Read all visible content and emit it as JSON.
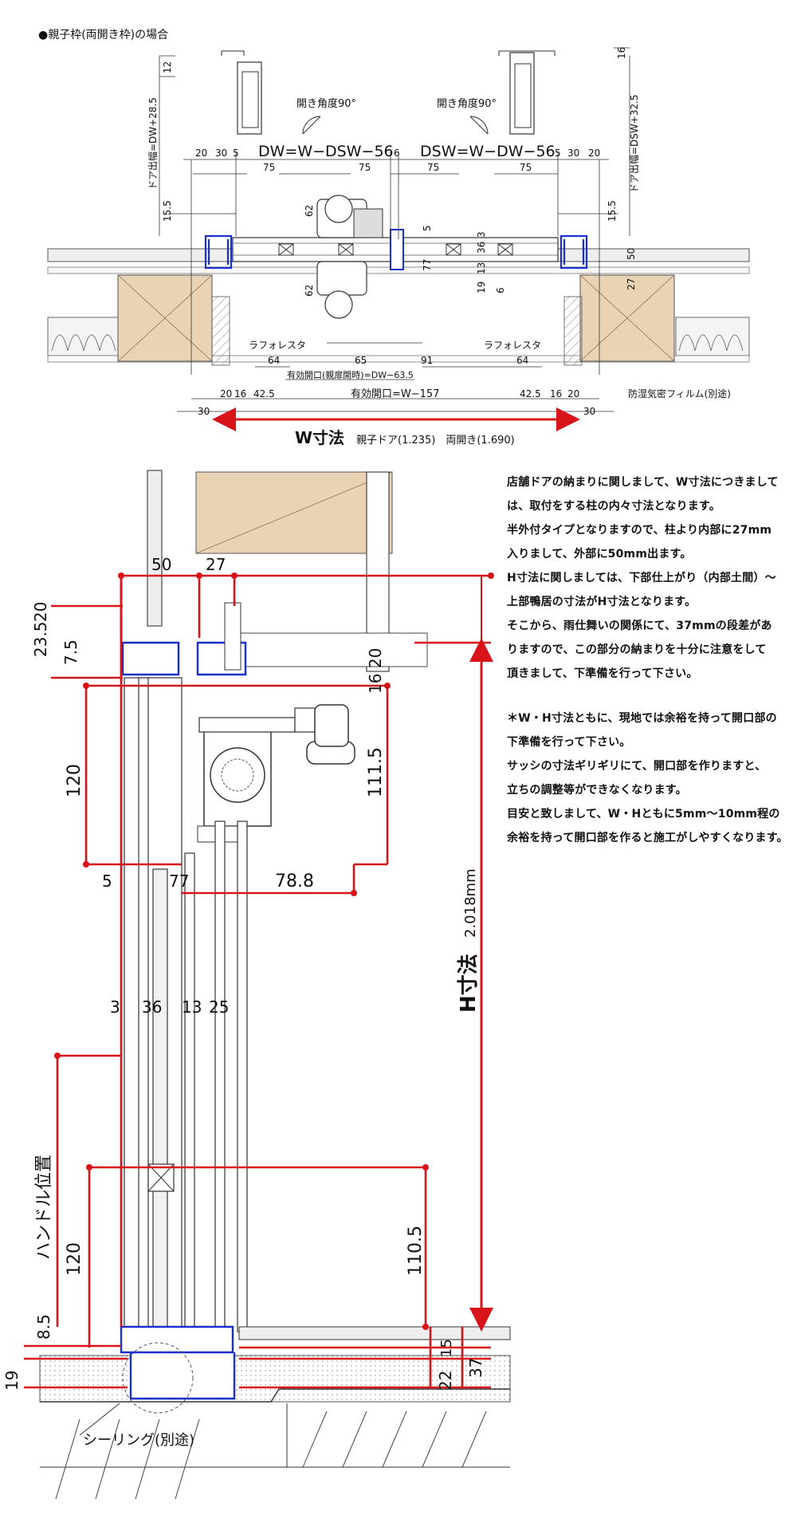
{
  "top": {
    "heading": "●親子枠(両開き枠)の場合",
    "angle_left": "開き角度90°",
    "angle_right": "開き角度90°",
    "dw_formula": "DW=W−DSW−56",
    "dsw_formula": "DSW=W−DW−56",
    "door_width_left": "ドア出幅=DW+28.5",
    "door_width_right": "ドア出幅=DSW+32.5",
    "dims": {
      "d12": "12",
      "d16": "16",
      "d20a": "20",
      "d30a": "30",
      "d5a": "5",
      "d75a": "75",
      "d75b": "75",
      "d6": "6",
      "d75c": "75",
      "d75d": "75",
      "d5b": "5",
      "d30b": "30",
      "d20b": "20",
      "d15_5a": "15.5",
      "d15_5b": "15.5",
      "d62a": "62",
      "d62b": "62",
      "d5c": "5",
      "d3": "3",
      "d36": "36",
      "d13": "13",
      "d19": "19",
      "d6b": "6",
      "d77": "77",
      "d50": "50",
      "d27": "27",
      "d64a": "64",
      "d65": "65",
      "d91": "91",
      "d64b": "64",
      "d20c": "20",
      "d16a": "16",
      "d42_5a": "42.5",
      "d42_5b": "42.5",
      "d16b": "16",
      "d20d": "20",
      "d30c": "30",
      "d30d": "30"
    },
    "laforesta_left": "ラフォレスタ",
    "laforesta_right": "ラフォレスタ",
    "effective_child": "有効開口(親扉開時)=DW−63.5",
    "effective_total": "有効開口=W−157",
    "vapor_film": "防湿気密フィルム(別途)",
    "w_label": "W寸法",
    "w_values": "親子ドア(1.235)　両開き(1.690)"
  },
  "section": {
    "d50": "50",
    "d27": "27",
    "d23_5": "23.5",
    "d20a": "20",
    "d7_5": "7.5",
    "d20b": "20",
    "d16": "16",
    "d120a": "120",
    "d111_5": "111.5",
    "d5": "5",
    "d77": "77",
    "d78_8": "78.8",
    "d3": "3",
    "d36": "36",
    "d13": "13",
    "d25": "25",
    "h_label": "H寸法",
    "h_value": "2.018mm",
    "handle_label": "ハンドル位置",
    "d120b": "120",
    "d110_5": "110.5",
    "d8_5": "8.5",
    "d19": "19",
    "d15": "15",
    "d22": "22",
    "d37": "37",
    "sealing": "シーリング(別途)"
  },
  "notes": {
    "lines": [
      "店舗ドアの納まりに関しまして、W寸法につきまして",
      "は、取付をする柱の内々寸法となります。",
      "半外付タイプとなりますので、柱より内部に27mm",
      "入りまして、外部に50mm出ます。",
      "H寸法に関しましては、下部仕上がり（内部土間）～",
      "上部鴨居の寸法がH寸法となります。",
      "そこから、雨仕舞いの関係にて、37mmの段差があ",
      "りますので、この部分の納まりを十分に注意をして",
      "頂きまして、下準備を行って下さい。"
    ],
    "lines2": [
      "＊W・H寸法ともに、現地では余裕を持って開口部の",
      "下準備を行って下さい。",
      "サッシの寸法ギリギリにて、開口部を作りますと、",
      "立ちの調整等ができなくなります。",
      "目安と致しまして、W・Hともに5mm～10mm程の",
      "余裕を持って開口部を作ると施工がしやすくなります。"
    ]
  },
  "colors": {
    "dimension_red": "#d8141a",
    "frame_blue": "#1a2fd0",
    "wood": "#e9d3b4",
    "insulation": "#f2f2f2"
  }
}
